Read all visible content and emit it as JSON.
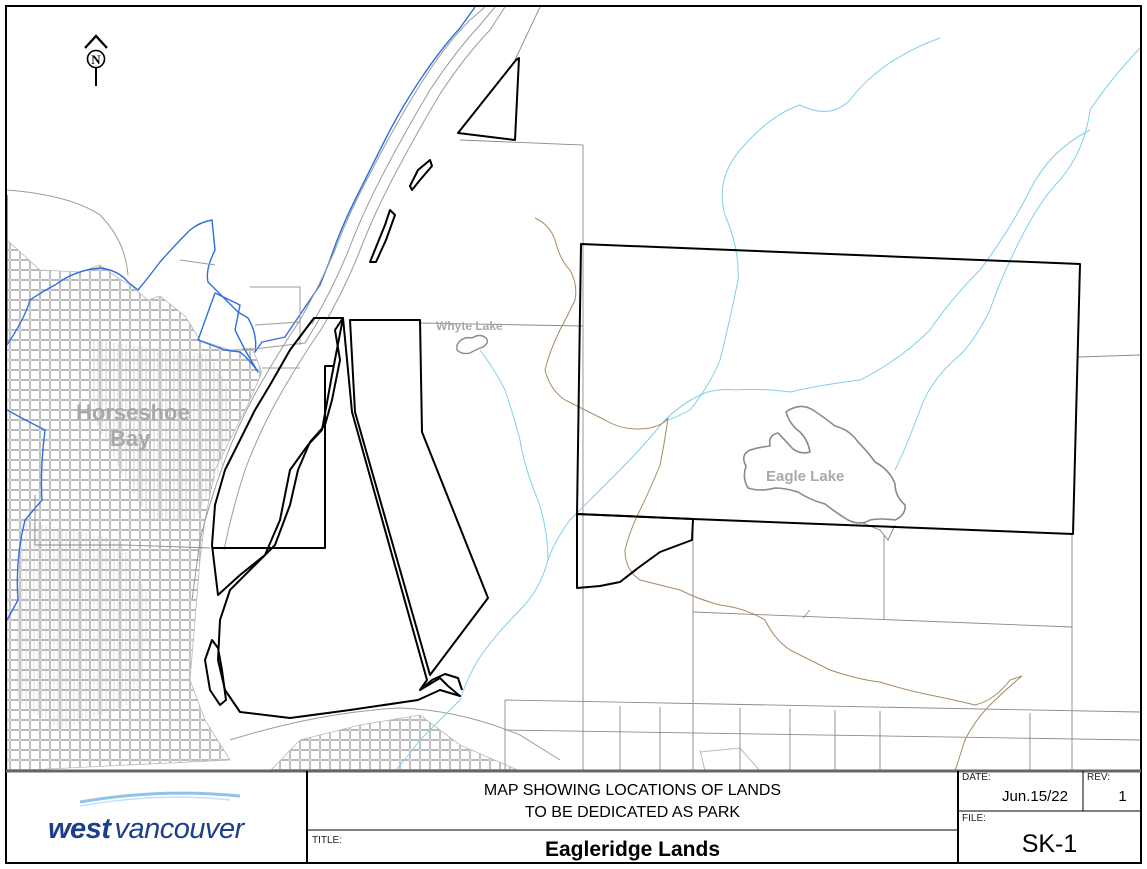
{
  "map": {
    "labels": {
      "town": [
        "Horseshoe",
        "Bay"
      ],
      "whyte_lake": "Whyte Lake",
      "eagle_lake": "Eagle Lake"
    },
    "north_arrow_letter": "N",
    "colors": {
      "shoreline": "#2f6fe0",
      "streams": "#7fd0ec",
      "trails": "#a88a64",
      "park_boundary": "#000000",
      "parcel_lines": "#8a8a8a",
      "street_grid": "#b9b9b9",
      "map_labels": "#a9a9a9"
    }
  },
  "title_block": {
    "logo": {
      "word1": "west",
      "word2": "vancouver"
    },
    "description": [
      "MAP SHOWING LOCATIONS OF LANDS",
      "TO BE DEDICATED AS PARK"
    ],
    "title_label": "TITLE:",
    "title": "Eagleridge Lands",
    "date_label": "DATE:",
    "date": "Jun.15/22",
    "rev_label": "REV:",
    "rev": "1",
    "file_label": "FILE:",
    "file": "SK-1"
  }
}
